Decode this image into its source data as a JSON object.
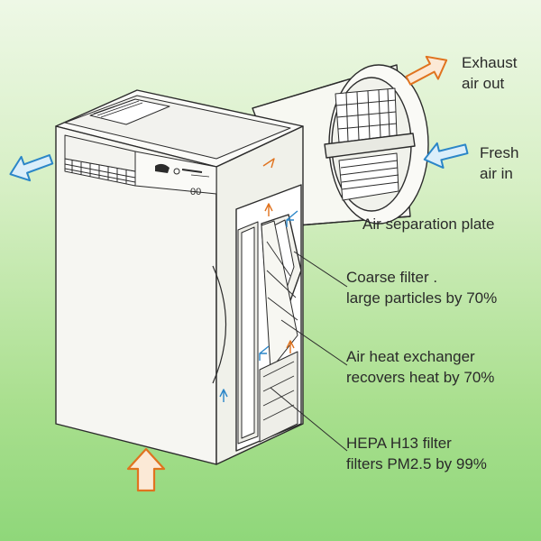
{
  "labels": {
    "exhaust": [
      "Exhaust",
      "air out"
    ],
    "fresh": [
      "Fresh",
      "air in"
    ],
    "separation_plate": "Air separation plate",
    "coarse_filter": [
      "Coarse filter .",
      "large particles by 70%"
    ],
    "heat_exchanger": [
      "Air heat exchanger",
      "recovers heat by 70%"
    ],
    "hepa_filter": [
      "HEPA H13 filter",
      "filters PM2.5 by 99%"
    ]
  },
  "device": {
    "badge_text": "00"
  },
  "colors": {
    "outline": "#2b2b2b",
    "orange_arrow": "#e0731f",
    "blue_arrow": "#2b86c8",
    "background_top": "#eef8e6",
    "background_bottom": "#8fd77a"
  }
}
